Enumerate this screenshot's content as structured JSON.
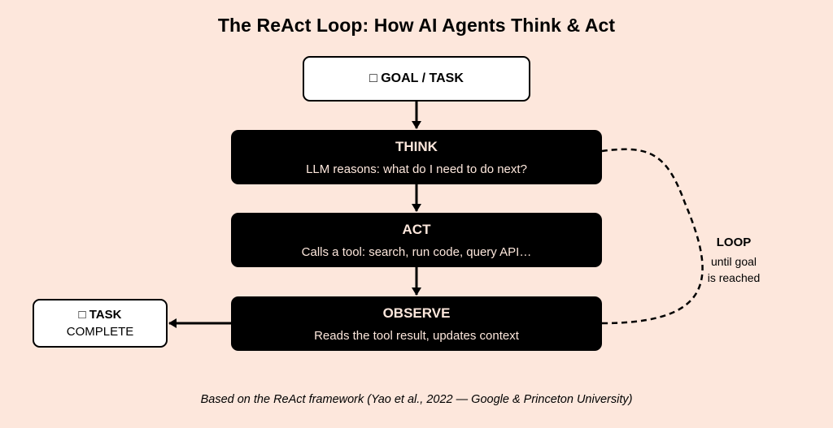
{
  "title": "The ReAct Loop: How AI Agents Think & Act",
  "goal": {
    "icon": "target-icon",
    "glyph": "□",
    "label": "GOAL / TASK"
  },
  "stages": [
    {
      "title": "THINK",
      "description": "LLM reasons: what do I need to do next?"
    },
    {
      "title": "ACT",
      "description": "Calls a tool: search, run code, query API…"
    },
    {
      "title": "OBSERVE",
      "description": "Reads the tool result, updates context"
    }
  ],
  "complete": {
    "icon": "check-icon",
    "glyph": "□",
    "line1": "TASK",
    "line2": "COMPLETE"
  },
  "loop": {
    "title": "LOOP",
    "line1": "until goal",
    "line2": "is reached"
  },
  "footer": "Based on the ReAct framework (Yao et al., 2022 — Google & Princeton University)",
  "colors": {
    "background": "#fde7dc",
    "box_dark": "#000000",
    "box_light": "#ffffff",
    "text_on_dark": "#fde7dc"
  }
}
